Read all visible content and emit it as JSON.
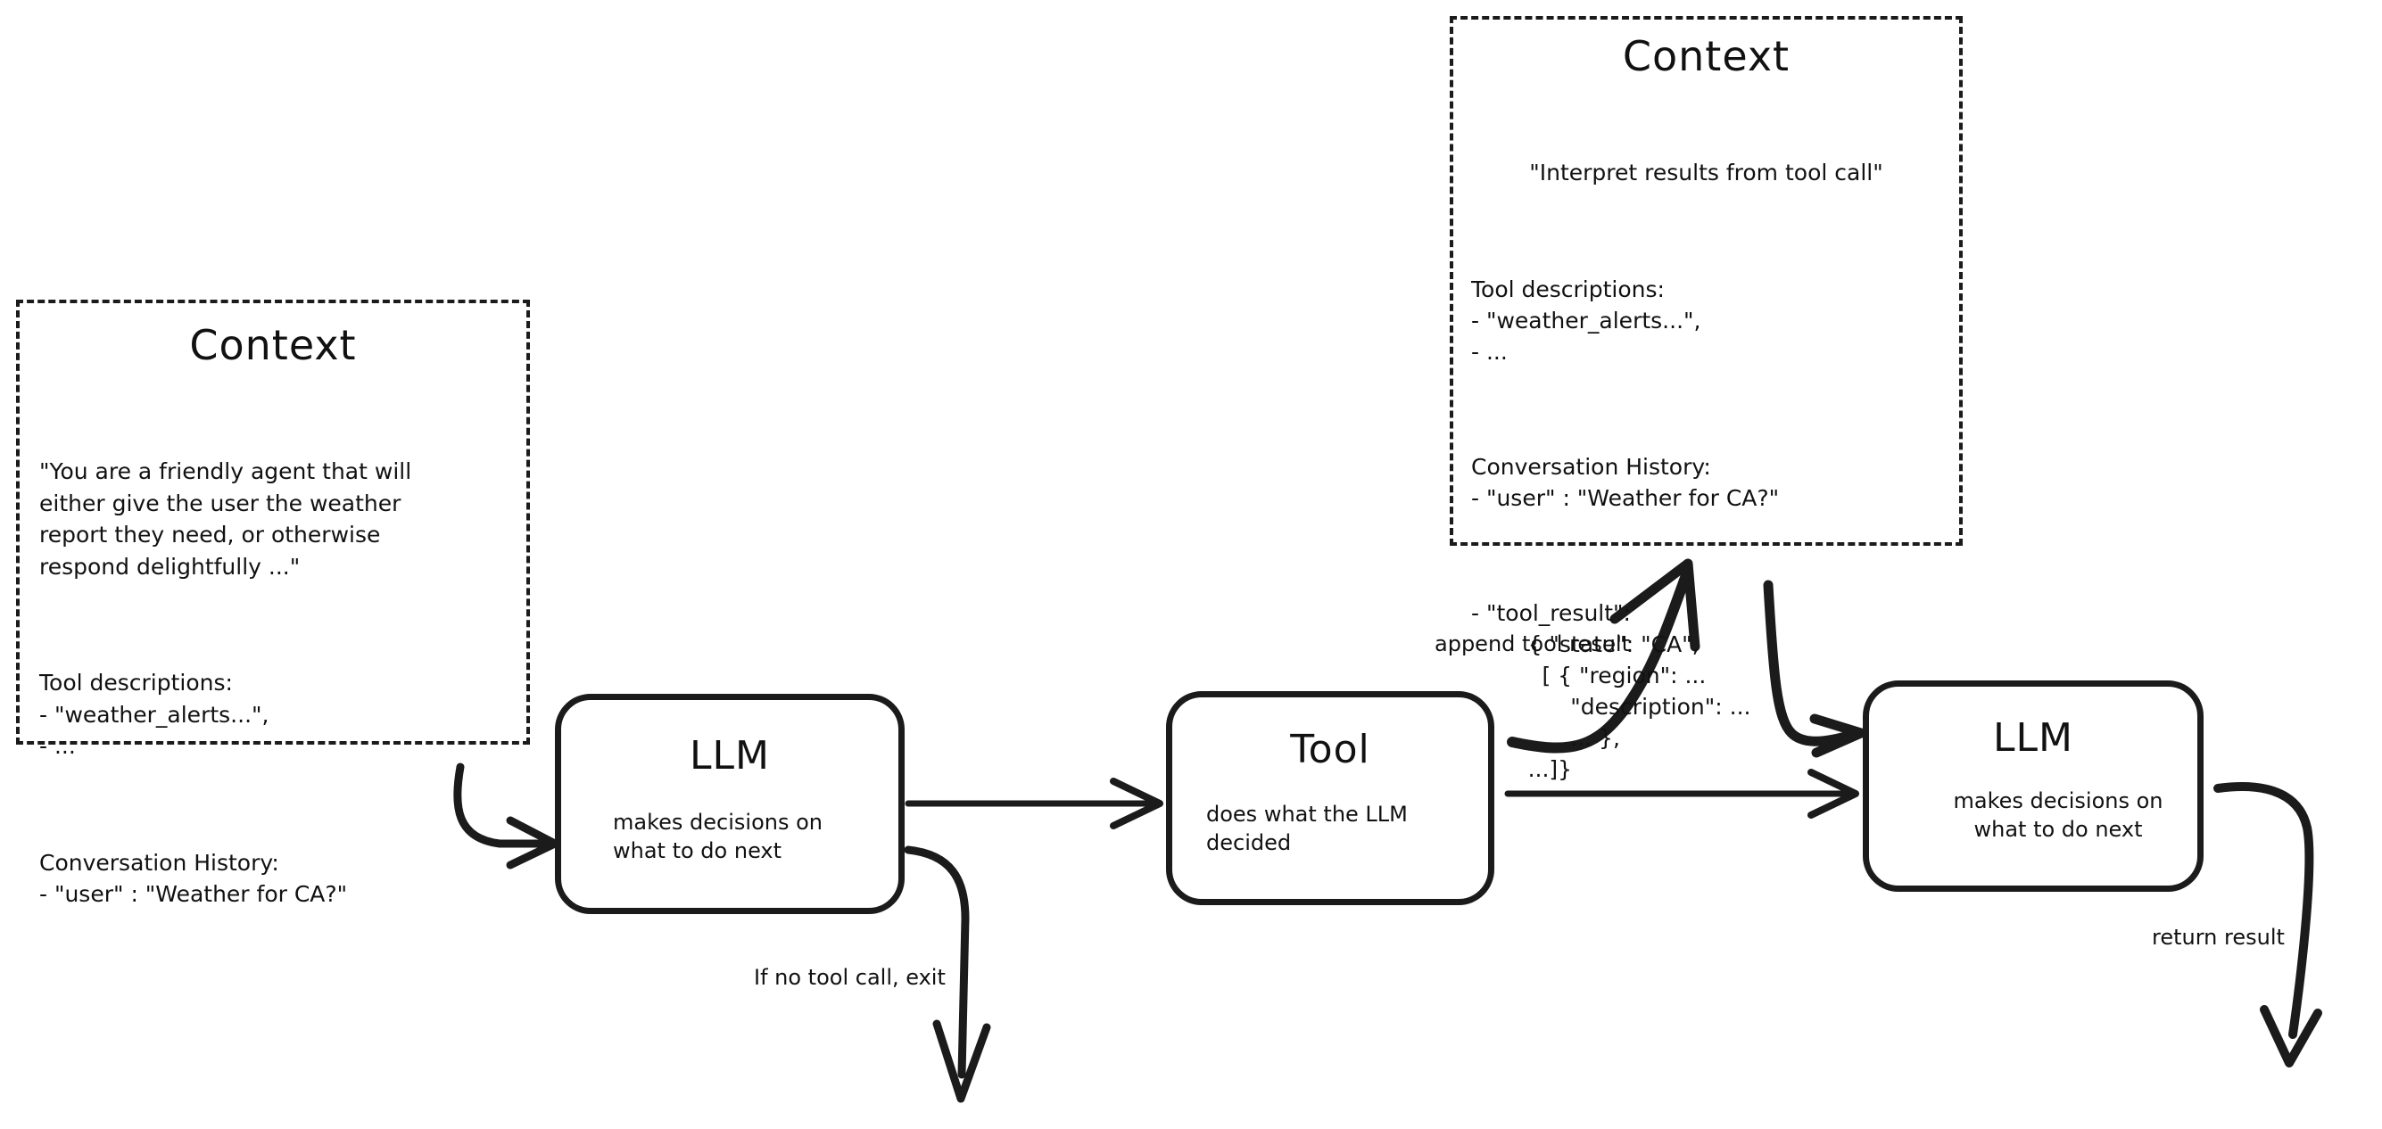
{
  "diagram": {
    "title_text": "Context",
    "stroke_color": "#1b1b1b",
    "text_color": "#111111",
    "background": "#ffffff"
  },
  "context_left": {
    "title": "Context",
    "system_prompt": "\"You are a friendly agent that will\neither give the user the weather\nreport they need, or otherwise\nrespond delightfully ...\"",
    "tool_descriptions": "Tool descriptions:\n- \"weather_alerts...\",\n- ...",
    "conversation_history": "Conversation History:\n- \"user\" : \"Weather for CA?\""
  },
  "context_right": {
    "title": "Context",
    "quote": "\"Interpret results from tool call\"",
    "tool_descriptions": "Tool descriptions:\n- \"weather_alerts...\",\n- ...",
    "conversation_history": "Conversation History:\n- \"user\" : \"Weather for CA?\"",
    "tool_result": "- \"tool_result\":\n        { \"state\": \"CA\",\n          [ { \"region\": ...\n              \"description\": ...\n              ... },\n        ...]}"
  },
  "nodes": {
    "llm_first": {
      "title": "LLM",
      "subtitle": "makes decisions on\nwhat to do next"
    },
    "tool": {
      "title": "Tool",
      "subtitle": "does what the LLM\ndecided"
    },
    "llm_second": {
      "title": "LLM",
      "subtitle": "makes decisions on\nwhat to do next"
    }
  },
  "edges": {
    "append_tool_result": "append tool result",
    "if_no_tool_call_exit": "If no tool call, exit",
    "return_result": "return result"
  }
}
